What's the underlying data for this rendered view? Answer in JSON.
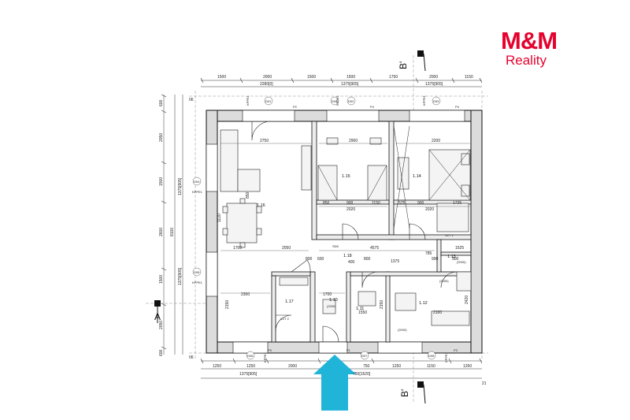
{
  "brand": {
    "mark": "M&M",
    "name": "Reality",
    "color": "#e4032e"
  },
  "accent": {
    "arrow_color": "#1fb4d8",
    "arrow_icon": "entrance-arrow-icon"
  },
  "sections": {
    "a_left": "A",
    "b_top": "B'",
    "b_bottom": "B'"
  },
  "dims": {
    "top_row1": [
      "1500",
      "2000",
      "1500",
      "1500",
      "1750",
      "2000",
      "1150"
    ],
    "top_row2": [
      "2280[0]",
      "1375[905]",
      "1375[905]"
    ],
    "bottom_row1": [
      "1250",
      "1250",
      "2000",
      "750",
      "1250",
      "1150",
      "1260"
    ],
    "bottom_row2": [
      "1375[905]",
      "750[1520]"
    ],
    "bottom_total": "21",
    "left_col": [
      "600",
      "2050",
      "1500",
      "2600",
      "1500",
      "2050",
      "600"
    ],
    "left_col2": [
      "1375[905]",
      "8100",
      "1375[905]"
    ],
    "left_ticks": [
      "06",
      "06"
    ],
    "interior": [
      "2750",
      "2900",
      "2200",
      "850",
      "900",
      "1150",
      "575",
      "900",
      "1725",
      "2020",
      "2020",
      "1700",
      "2050",
      "4575",
      "1375",
      "1700",
      "2300",
      "2150",
      "1550",
      "2150",
      "2100",
      "2420",
      "1525",
      "900",
      "900",
      "1120",
      "800",
      "600",
      "400",
      "800",
      "785",
      "850"
    ]
  },
  "rooms": [
    {
      "id": "1.16"
    },
    {
      "id": "1.15"
    },
    {
      "id": "1.14"
    },
    {
      "id": "1.13"
    },
    {
      "id": "1.12"
    },
    {
      "id": "1.11"
    },
    {
      "id": "1.10"
    },
    {
      "id": "1.17"
    },
    {
      "id": "1.18"
    }
  ],
  "tags": {
    "windows": [
      "D01",
      "D02",
      "D03",
      "D04",
      "D05",
      "D06",
      "D07",
      "D08",
      "D09"
    ],
    "kpp": [
      "KPPE1",
      "KPPE1",
      "KPPE1",
      "KPPE1",
      "KPPE1",
      "KPPE1",
      "KPPE1"
    ],
    "pillars": [
      "P2",
      "P4",
      "P4",
      "P5",
      "P1",
      "P3"
    ],
    "notes": [
      "VZT 1",
      "VZT 2",
      "SDK",
      "(2000)",
      "(2000)",
      "(2000)",
      "(2000)"
    ]
  }
}
